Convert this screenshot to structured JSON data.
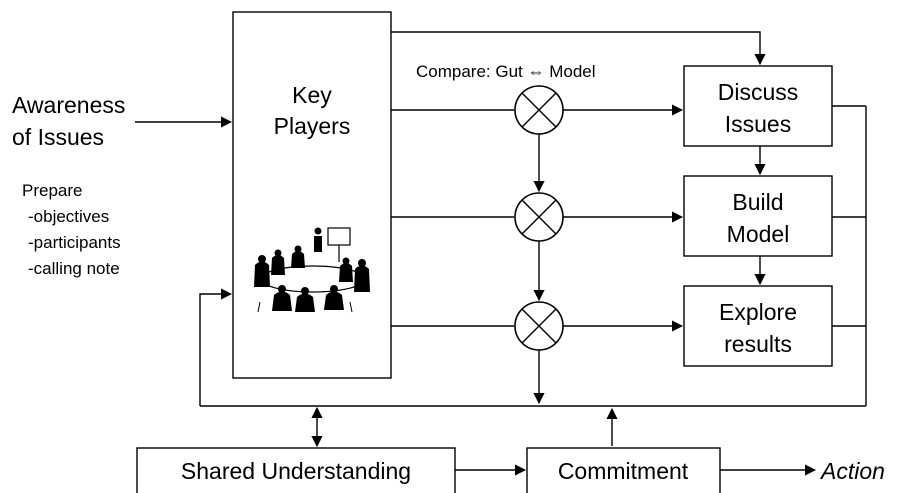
{
  "inputs": {
    "awareness": [
      "Awareness",
      "of Issues"
    ],
    "prepare_title": "Prepare",
    "prepare_items": [
      "-objectives",
      "-participants",
      "-calling note"
    ]
  },
  "key_players": [
    "Key",
    "Players"
  ],
  "compare_label": "Compare: Gut ⇔ Model",
  "steps": {
    "discuss": [
      "Discuss",
      "Issues"
    ],
    "build": [
      "Build",
      "Model"
    ],
    "explore": [
      "Explore",
      "results"
    ]
  },
  "outputs": {
    "shared_understanding": "Shared Understanding",
    "commitment": "Commitment",
    "action": "Action"
  }
}
